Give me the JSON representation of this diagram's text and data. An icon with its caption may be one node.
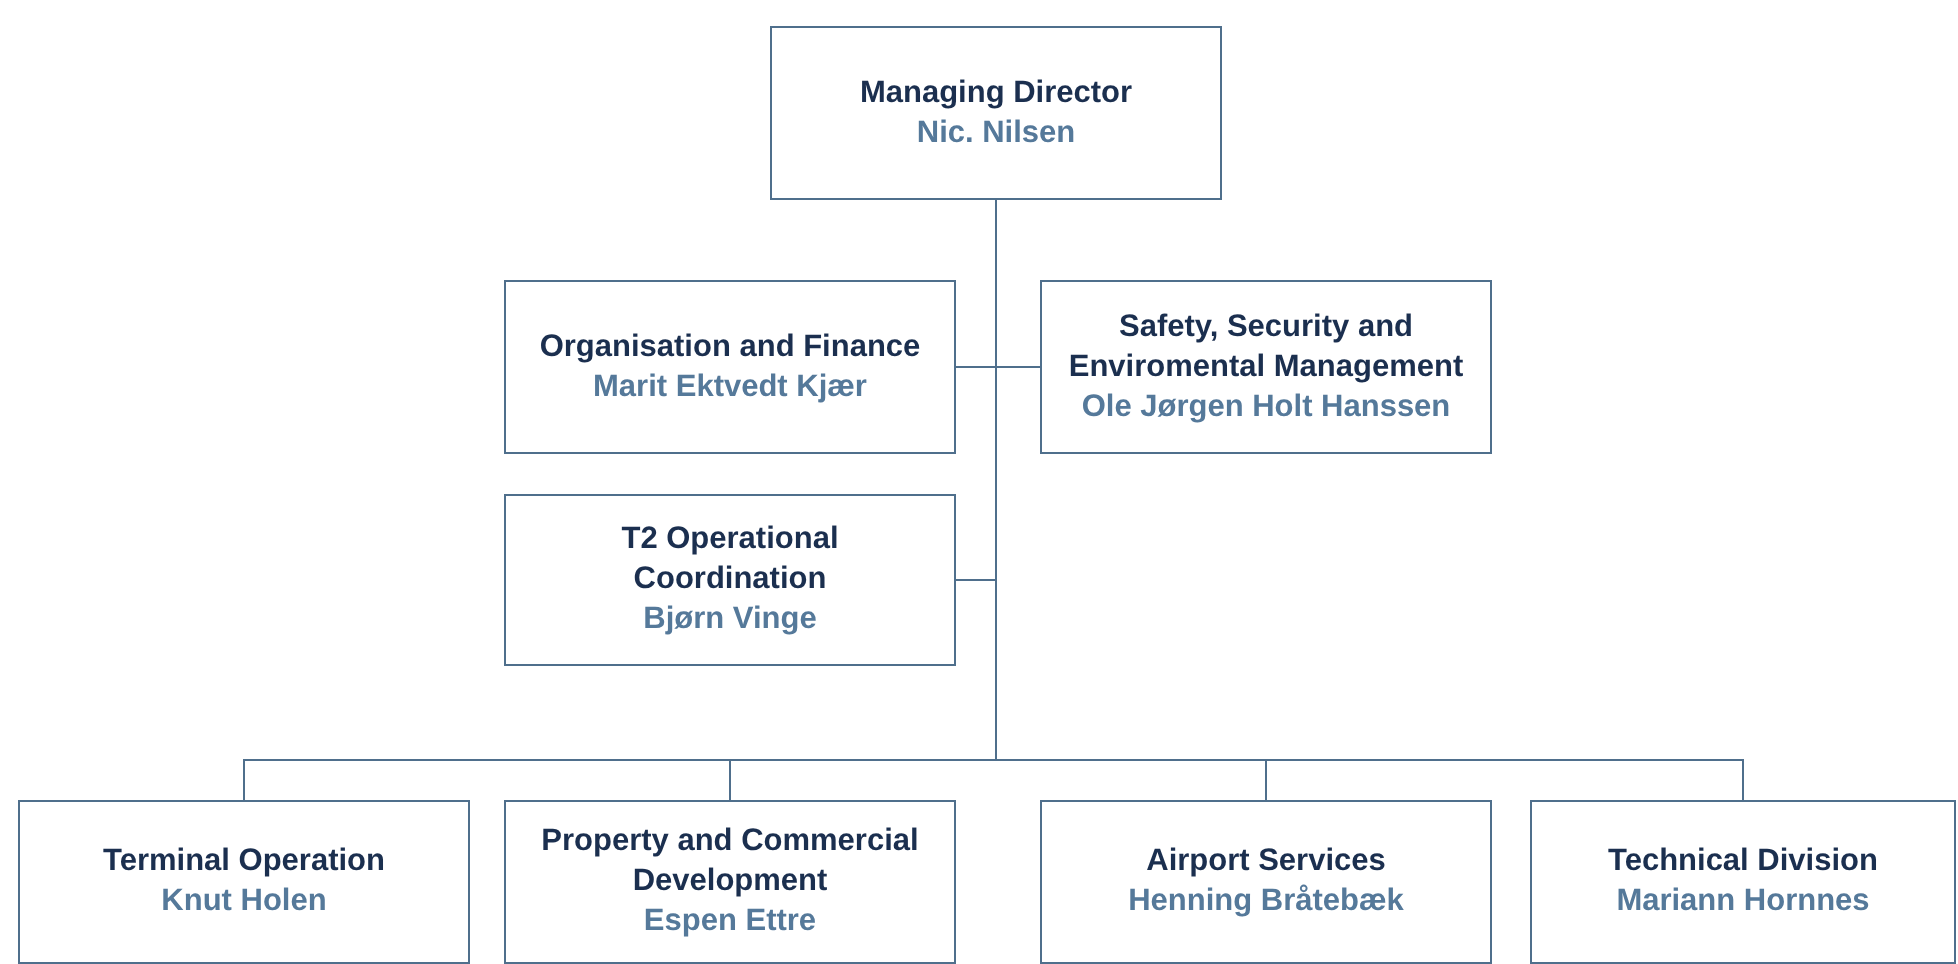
{
  "diagram": {
    "nodes": [
      {
        "text": [
          "Managing Director",
          "Nic. Nilsen"
        ]
      },
      {
        "text": [
          "Organisation and Finance",
          "Marit Ektvedt Kjær"
        ]
      },
      {
        "text": [
          "Safety, Security and Enviromental Management",
          "Ole Jørgen Holt Hanssen"
        ]
      },
      {
        "text": [
          "T2 Operational Coordination",
          "Bjørn Vinge"
        ]
      },
      {
        "text": [
          "Terminal Operation",
          "Knut Holen"
        ]
      },
      {
        "text": [
          "Property and Commercial Development",
          "Espen Ettre"
        ]
      },
      {
        "text": [
          "Airport Services",
          "Henning Bråtebæk"
        ]
      },
      {
        "text": [
          "Technical Division",
          "Mariann Hornnes"
        ]
      }
    ],
    "edges": [
      {
        "from": 0,
        "to": 1,
        "arrow": "none"
      },
      {
        "from": 0,
        "to": 2,
        "arrow": "none"
      },
      {
        "from": 0,
        "to": 3,
        "arrow": "none"
      },
      {
        "from": 0,
        "to": 4,
        "arrow": "none"
      },
      {
        "from": 0,
        "to": 5,
        "arrow": "none"
      },
      {
        "from": 0,
        "to": 6,
        "arrow": "none"
      },
      {
        "from": 0,
        "to": 7,
        "arrow": "none"
      }
    ]
  }
}
